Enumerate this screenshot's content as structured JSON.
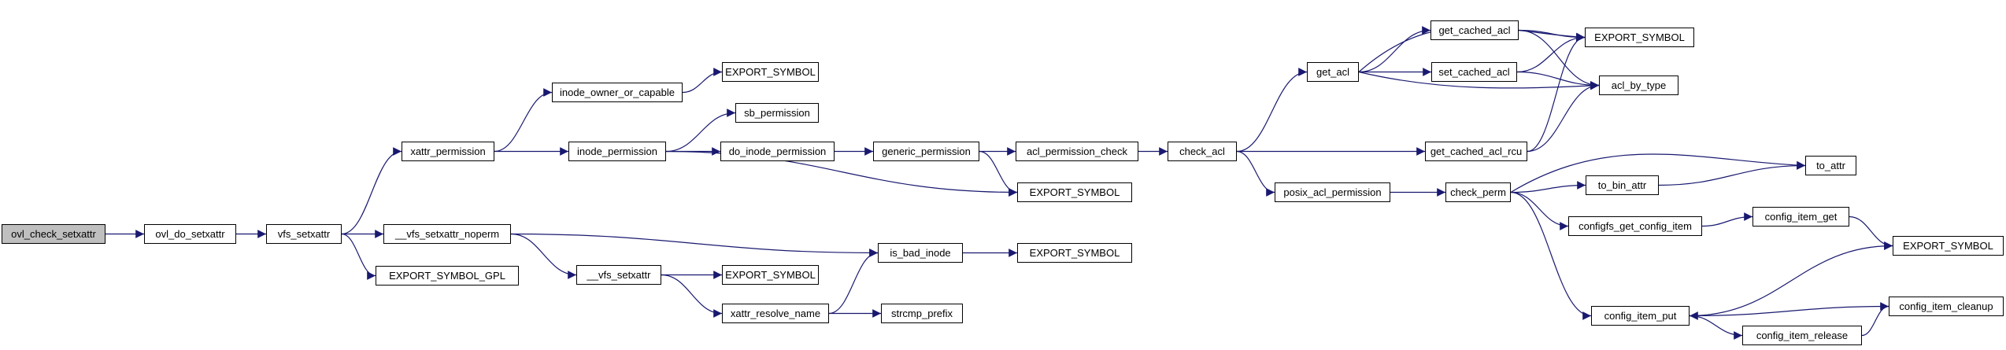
{
  "colors": {
    "edge": "#191970",
    "root_fill": "#bfbfbf",
    "node_fill": "#ffffff",
    "node_border": "#000000"
  },
  "nodes": {
    "n_ovl_check": "ovl_check_setxattr",
    "n_ovl_do": "ovl_do_setxattr",
    "n_vfs_setxattr": "vfs_setxattr",
    "n_xattr_perm": "xattr_permission",
    "n_vfs_noperm": "__vfs_setxattr_noperm",
    "n_export_gpl": "EXPORT_SYMBOL_GPL",
    "n_inode_owner": "inode_owner_or_capable",
    "n_exp1": "EXPORT_SYMBOL",
    "n_inode_perm": "inode_permission",
    "n_sb_perm": "sb_permission",
    "n_do_inode_perm": "do_inode_permission",
    "n_vfs_setxattr2": "__vfs_setxattr",
    "n_xattr_resolve": "xattr_resolve_name",
    "n_exp_vfs": "EXPORT_SYMBOL",
    "n_generic_perm": "generic_permission",
    "n_is_bad_inode": "is_bad_inode",
    "n_strcmp_prefix": "strcmp_prefix",
    "n_acl_perm_check": "acl_permission_check",
    "n_exp_generic": "EXPORT_SYMBOL",
    "n_exp_bad": "EXPORT_SYMBOL",
    "n_check_acl": "check_acl",
    "n_get_acl": "get_acl",
    "n_posix_acl_perm": "posix_acl_permission",
    "n_get_cached_acl": "get_cached_acl",
    "n_set_cached_acl": "set_cached_acl",
    "n_get_cached_acl_rcu": "get_cached_acl_rcu",
    "n_check_perm": "check_perm",
    "n_exp_acl": "EXPORT_SYMBOL",
    "n_acl_by_type": "acl_by_type",
    "n_to_bin_attr": "to_bin_attr",
    "n_configfs_get": "configfs_get_config_item",
    "n_config_item_put": "config_item_put",
    "n_to_attr": "to_attr",
    "n_config_item_get": "config_item_get",
    "n_config_item_release": "config_item_release",
    "n_exp_config": "EXPORT_SYMBOL",
    "n_config_item_cleanup": "config_item_cleanup"
  }
}
